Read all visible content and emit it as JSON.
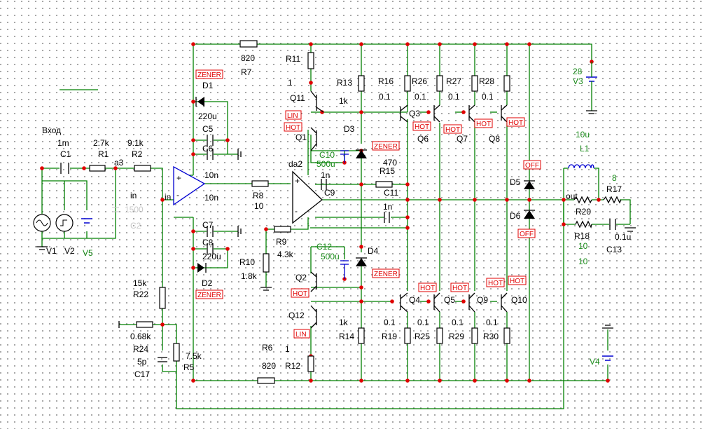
{
  "title_label": "Вход",
  "labels": {
    "C1": "C1",
    "C1_val": "1m",
    "R1": "R1",
    "R1_val": "2.7k",
    "R2": "R2",
    "R2_val": "9.1k",
    "a3": "a3",
    "in1": "in",
    "in2": "in",
    "C2": "C2",
    "C2_val": "1500",
    "V1": "V1",
    "V2": "V2",
    "V5": "V5",
    "R7": "R7",
    "R7_val": "820",
    "D1": "D1",
    "D2": "D2",
    "C5": "C5",
    "C5_val": "220u",
    "C6": "C6",
    "C6_val": "10n",
    "C7": "C7",
    "C7_val": "10n",
    "C8": "C8",
    "C8_val": "220u",
    "R8": "R8",
    "R8_val": "10",
    "R11": "R11",
    "R11_val": "1",
    "R13": "R13",
    "R13_val": "1k",
    "Q11": "Q11",
    "Q1": "Q1",
    "Q2": "Q2",
    "Q12": "Q12",
    "D3": "D3",
    "D4": "D4",
    "C10": "C10",
    "C10_val": "500u",
    "C12": "C12",
    "C12_val": "500u",
    "da2": "da2",
    "R15": "R15",
    "R15_val": "470",
    "C9": "C9",
    "C9_val": "1n",
    "C11": "C11",
    "C11_val": "1n",
    "R9": "R9",
    "R9_val": "4.3k",
    "R10": "R10",
    "R10_val": "1.8k",
    "R16": "R16",
    "R16_val": "0.1",
    "R26": "R26",
    "R26_val": "0.1",
    "R27": "R27",
    "R27_val": "0.1",
    "R28": "R28",
    "R28_val": "0.1",
    "Q3": "Q3",
    "Q6": "Q6",
    "Q7": "Q7",
    "Q8": "Q8",
    "Q4": "Q4",
    "Q5": "Q5",
    "Q9": "Q9",
    "Q10": "Q10",
    "R19": "R19",
    "R19_val": "0.1",
    "R25": "R25",
    "R25_val": "0.1",
    "R29": "R29",
    "R29_val": "0.1",
    "R30": "R30",
    "R30_val": "0.1",
    "R14": "R14",
    "R14_val": "1k",
    "R6": "R6",
    "R6_val": "820",
    "R12": "R12",
    "R12_val": "1",
    "D5": "D5",
    "D6": "D6",
    "V3": "V3",
    "V3_val": "28",
    "V4": "V4",
    "L1": "L1",
    "L1_val": "10u",
    "R17": "R17",
    "R17_val": "8",
    "R20": "R20",
    "R18": "R18",
    "R18_val": "10",
    "R20_val": "10",
    "C13": "C13",
    "C13_val": "0.1u",
    "out": "out",
    "R22": "R22",
    "R22_val": "15k",
    "R24": "R24",
    "R24_val": "0.68k",
    "C17": "C17",
    "C17_val": "5p",
    "R5": "R5",
    "R5_val": "7.5k"
  },
  "tags": {
    "zener": "ZENER",
    "lin": "LIN",
    "hot": "HOT",
    "off": "OFF"
  },
  "colors": {
    "wire": "#008000",
    "node": "#e00000",
    "tag": "#e00000",
    "component": "#000000",
    "capacitor_blue": "#0000d0",
    "value_green": "#1a8a1a"
  }
}
